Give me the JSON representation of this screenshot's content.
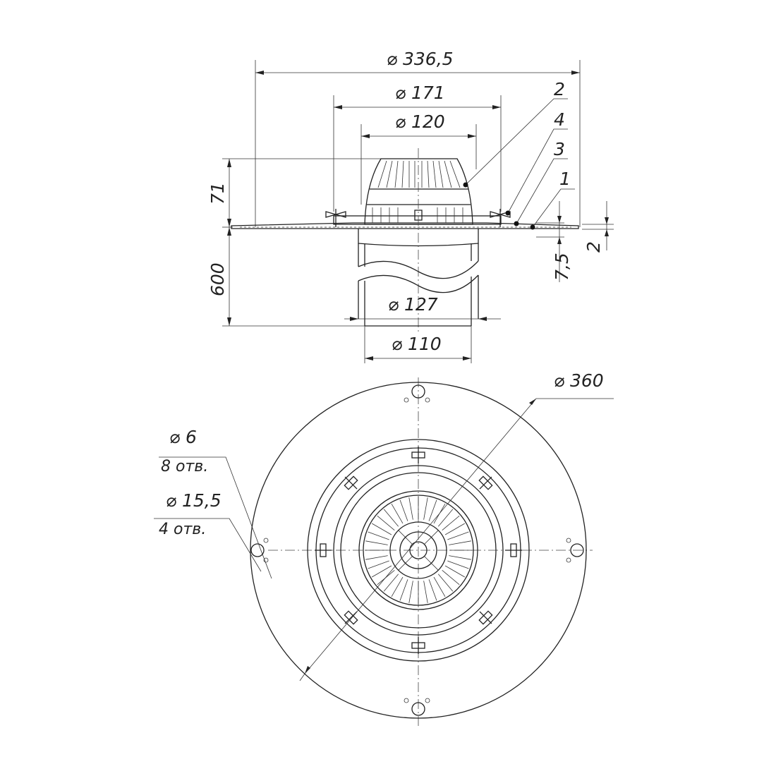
{
  "side_view": {
    "dims": {
      "d_flange": "⌀ 336,5",
      "d_ring": "⌀ 171",
      "d_dome": "⌀ 120",
      "height_top": "71",
      "pipe_length": "600",
      "d_pipe_outer": "⌀ 127",
      "d_pipe_inner": "⌀ 110",
      "membrane": "2",
      "flange_thick": "7,5"
    },
    "callouts": [
      "2",
      "4",
      "3",
      "1"
    ]
  },
  "plan_view": {
    "dims": {
      "d_outer": "⌀ 360",
      "d_small_hole": "⌀ 6",
      "small_hole_count": "8 отв.",
      "d_large_hole": "⌀ 15,5",
      "large_hole_count": "4 отв."
    }
  }
}
